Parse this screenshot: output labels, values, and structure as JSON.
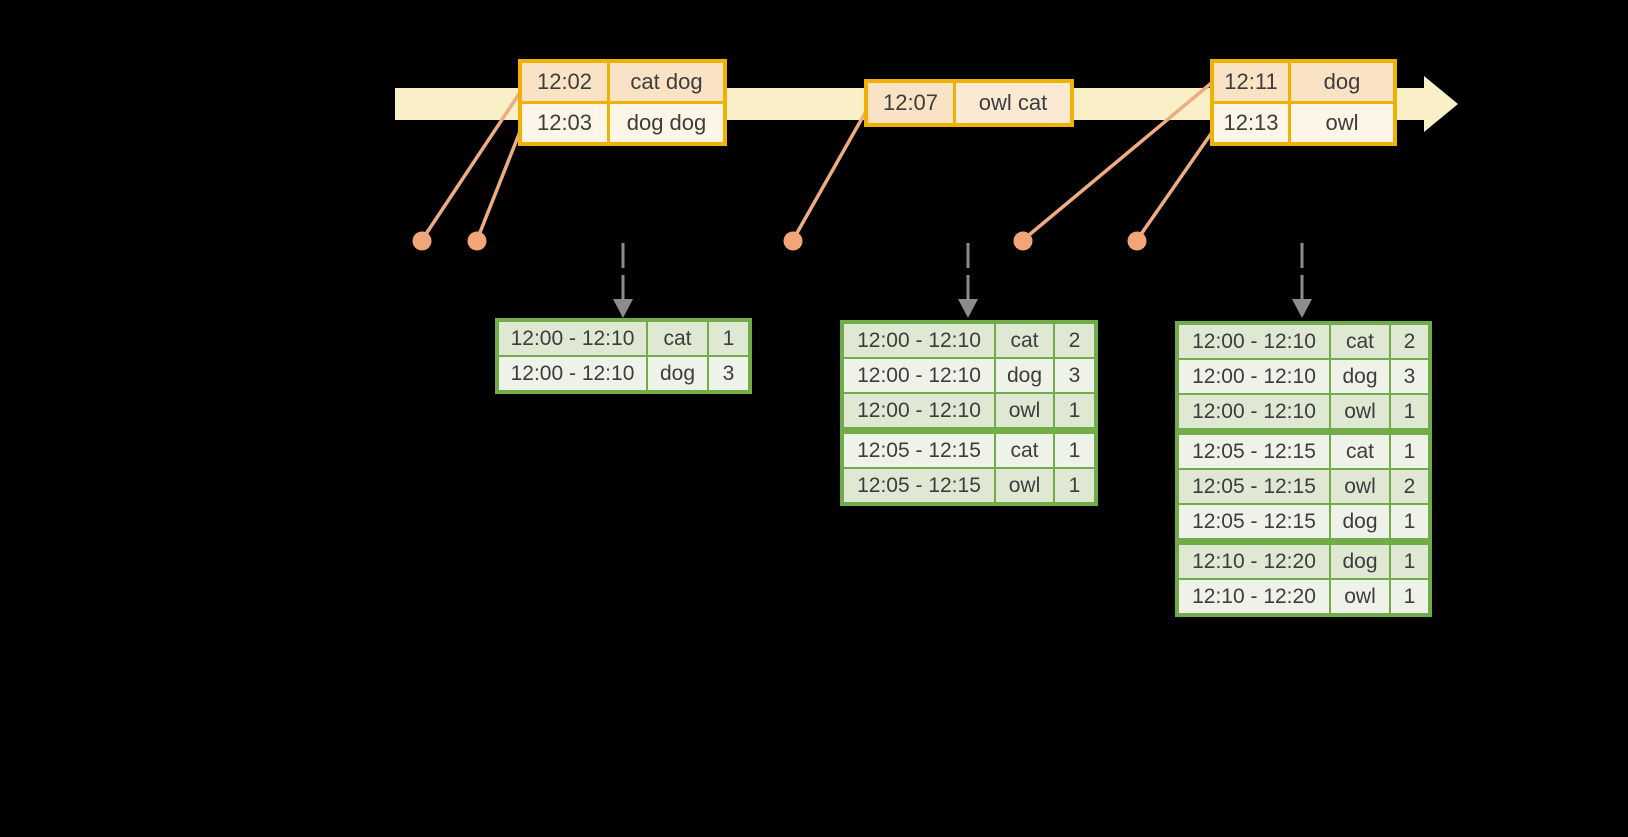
{
  "diagram": {
    "kind": "streaming-windowed-counts-timeline",
    "colors": {
      "background": "#000000",
      "timeline_fill": "#faf0c8",
      "event_box_border": "#f0b202",
      "event_row_peach": "#fae3c5",
      "event_row_cream": "#fdf5e7",
      "dot_salmon": "#f0a677",
      "connector_salmon": "#efac80",
      "trigger_arrow_gray": "#8c8c8c",
      "table_border_green": "#71ac49",
      "table_row_dark": "#dee8d3",
      "table_row_light": "#eef2e9",
      "text": "#3d3d3d"
    }
  },
  "event_boxes": [
    {
      "rows": [
        {
          "time": "12:02",
          "words": "cat dog"
        },
        {
          "time": "12:03",
          "words": "dog dog"
        }
      ]
    },
    {
      "rows": [
        {
          "time": "12:07",
          "words": "owl cat"
        }
      ]
    },
    {
      "rows": [
        {
          "time": "12:11",
          "words": "dog"
        },
        {
          "time": "12:13",
          "words": "owl"
        }
      ]
    }
  ],
  "result_tables": [
    {
      "rows": [
        {
          "window": "12:00 - 12:10",
          "word": "cat",
          "count": "1"
        },
        {
          "window": "12:00 - 12:10",
          "word": "dog",
          "count": "3"
        }
      ]
    },
    {
      "rows": [
        {
          "window": "12:00 - 12:10",
          "word": "cat",
          "count": "2"
        },
        {
          "window": "12:00 - 12:10",
          "word": "dog",
          "count": "3"
        },
        {
          "window": "12:00 - 12:10",
          "word": "owl",
          "count": "1"
        },
        {
          "window": "12:05 - 12:15",
          "word": "cat",
          "count": "1"
        },
        {
          "window": "12:05 - 12:15",
          "word": "owl",
          "count": "1"
        }
      ]
    },
    {
      "rows": [
        {
          "window": "12:00 - 12:10",
          "word": "cat",
          "count": "2"
        },
        {
          "window": "12:00 - 12:10",
          "word": "dog",
          "count": "3"
        },
        {
          "window": "12:00 - 12:10",
          "word": "owl",
          "count": "1"
        },
        {
          "window": "12:05 - 12:15",
          "word": "cat",
          "count": "1"
        },
        {
          "window": "12:05 - 12:15",
          "word": "owl",
          "count": "2"
        },
        {
          "window": "12:05 - 12:15",
          "word": "dog",
          "count": "1"
        },
        {
          "window": "12:10 - 12:20",
          "word": "dog",
          "count": "1"
        },
        {
          "window": "12:10 - 12:20",
          "word": "owl",
          "count": "1"
        }
      ]
    }
  ]
}
